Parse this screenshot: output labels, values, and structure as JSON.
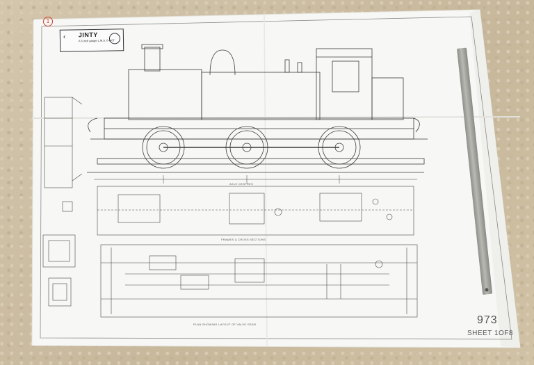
{
  "photo": {
    "subject": "Engineering drawing of a Jinty tank locomotive laid on a carpet",
    "colors": {
      "paper": "#f7f7f5",
      "carpet": "#cdbfa8",
      "ink": "#3a3a3a",
      "ruler": "#9a9a95",
      "mark": "#d04030"
    }
  },
  "title_block": {
    "title": "JINTY",
    "subtitle": "A 5 inch gauge L.M.S. 0-6-0T",
    "logo_icon": "chevron-logo-icon"
  },
  "corner_mark": "1",
  "sheet": {
    "number": "973",
    "label": "SHEET 1OF8"
  },
  "captions": {
    "frames": "FRAMES & CROSS SECTIONS",
    "plan": "PLAN SHOWING LAYOUT OF VALVE GEAR",
    "axle": "AXLE CENTRES"
  }
}
